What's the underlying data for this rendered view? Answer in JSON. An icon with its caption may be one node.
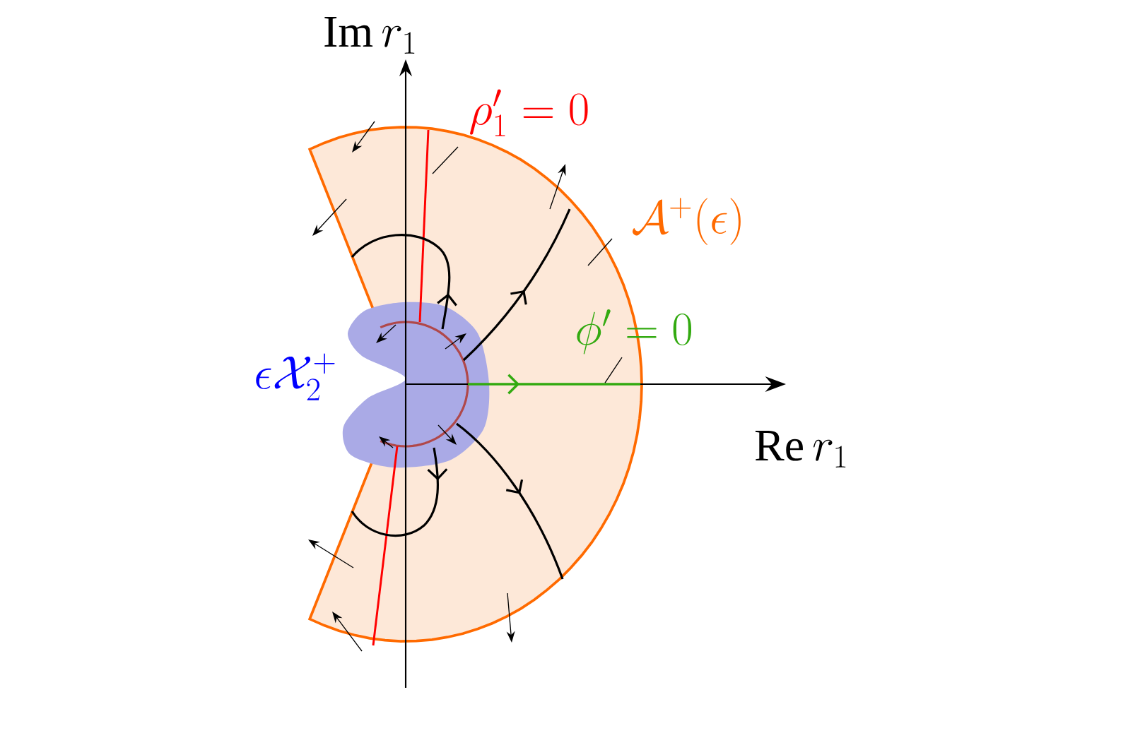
{
  "diagram": {
    "nodes": [
      {
        "text": [
          "\\rho_1' = 0"
        ]
      },
      {
        "text": [
          "\\mathcal{A}^+(\\epsilon)"
        ]
      },
      {
        "text": [
          "\\phi' = 0"
        ]
      },
      {
        "text": [
          "\\epsilon\\mathcal{X}_2^+"
        ]
      }
    ],
    "edges": [
      {
        "from": 0,
        "to": null,
        "arrow": "none"
      },
      {
        "from": 1,
        "to": null,
        "arrow": "none"
      },
      {
        "from": 2,
        "to": null,
        "arrow": "none"
      }
    ],
    "labels": [
      "\\mathrm{Im}\\, r_1",
      "\\mathrm{Re}\\, r_1"
    ]
  }
}
